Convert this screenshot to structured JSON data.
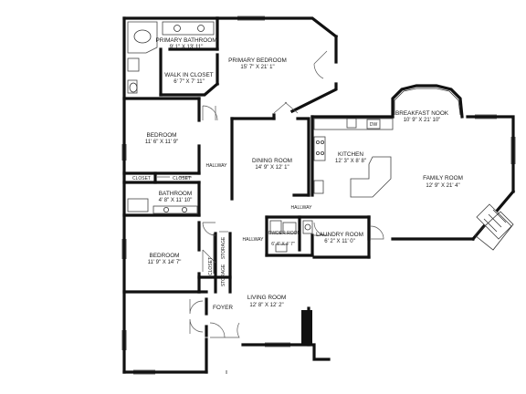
{
  "rooms": {
    "primary_bathroom": {
      "name": "PRIMARY BATHROOM",
      "dims": "9' 1\" X 13' 11\""
    },
    "primary_bedroom": {
      "name": "PRIMARY BEDROOM",
      "dims": "15' 7\" X 21' 1\""
    },
    "walk_in_closet": {
      "name": "WALK IN CLOSET",
      "dims": "6' 7\" X 7' 11\""
    },
    "bedroom1": {
      "name": "BEDROOM",
      "dims": "11' 6\" X 11' 9\""
    },
    "dining_room": {
      "name": "DINING ROOM",
      "dims": "14' 9\" X 12' 1\""
    },
    "kitchen": {
      "name": "KITCHEN",
      "dims": "12' 3\" X 8' 8\""
    },
    "breakfast_nook": {
      "name": "BREAKFAST NOOK",
      "dims": "10' 9\" X 21' 10\""
    },
    "family_room": {
      "name": "FAMILY ROOM",
      "dims": "12' 9\" X 21' 4\""
    },
    "bathroom": {
      "name": "BATHROOM",
      "dims": "4' 8\" X 11' 10\""
    },
    "powder_room": {
      "name": "POWDER ROOM",
      "dims": "6' 4\" X 4' 7\""
    },
    "laundry_room": {
      "name": "LAUNDRY ROOM",
      "dims": "6' 2\" X 11' 0\""
    },
    "bedroom2": {
      "name": "BEDROOM",
      "dims": "11' 9\" X 14' 7\""
    },
    "living_room": {
      "name": "LIVING ROOM",
      "dims": "12' 8\" X 12' 2\""
    }
  },
  "labels": {
    "closet_a": "CLOSET",
    "closet_b": "CLOSET",
    "closet_c": "CLOSET",
    "storage_a": "STORAGE",
    "storage_b": "STORAGE",
    "hallway_a": "HALLWAY",
    "hallway_b": "HALLWAY",
    "hallway_c": "HALLWAY",
    "foyer": "FOYER",
    "dw": "DW"
  }
}
